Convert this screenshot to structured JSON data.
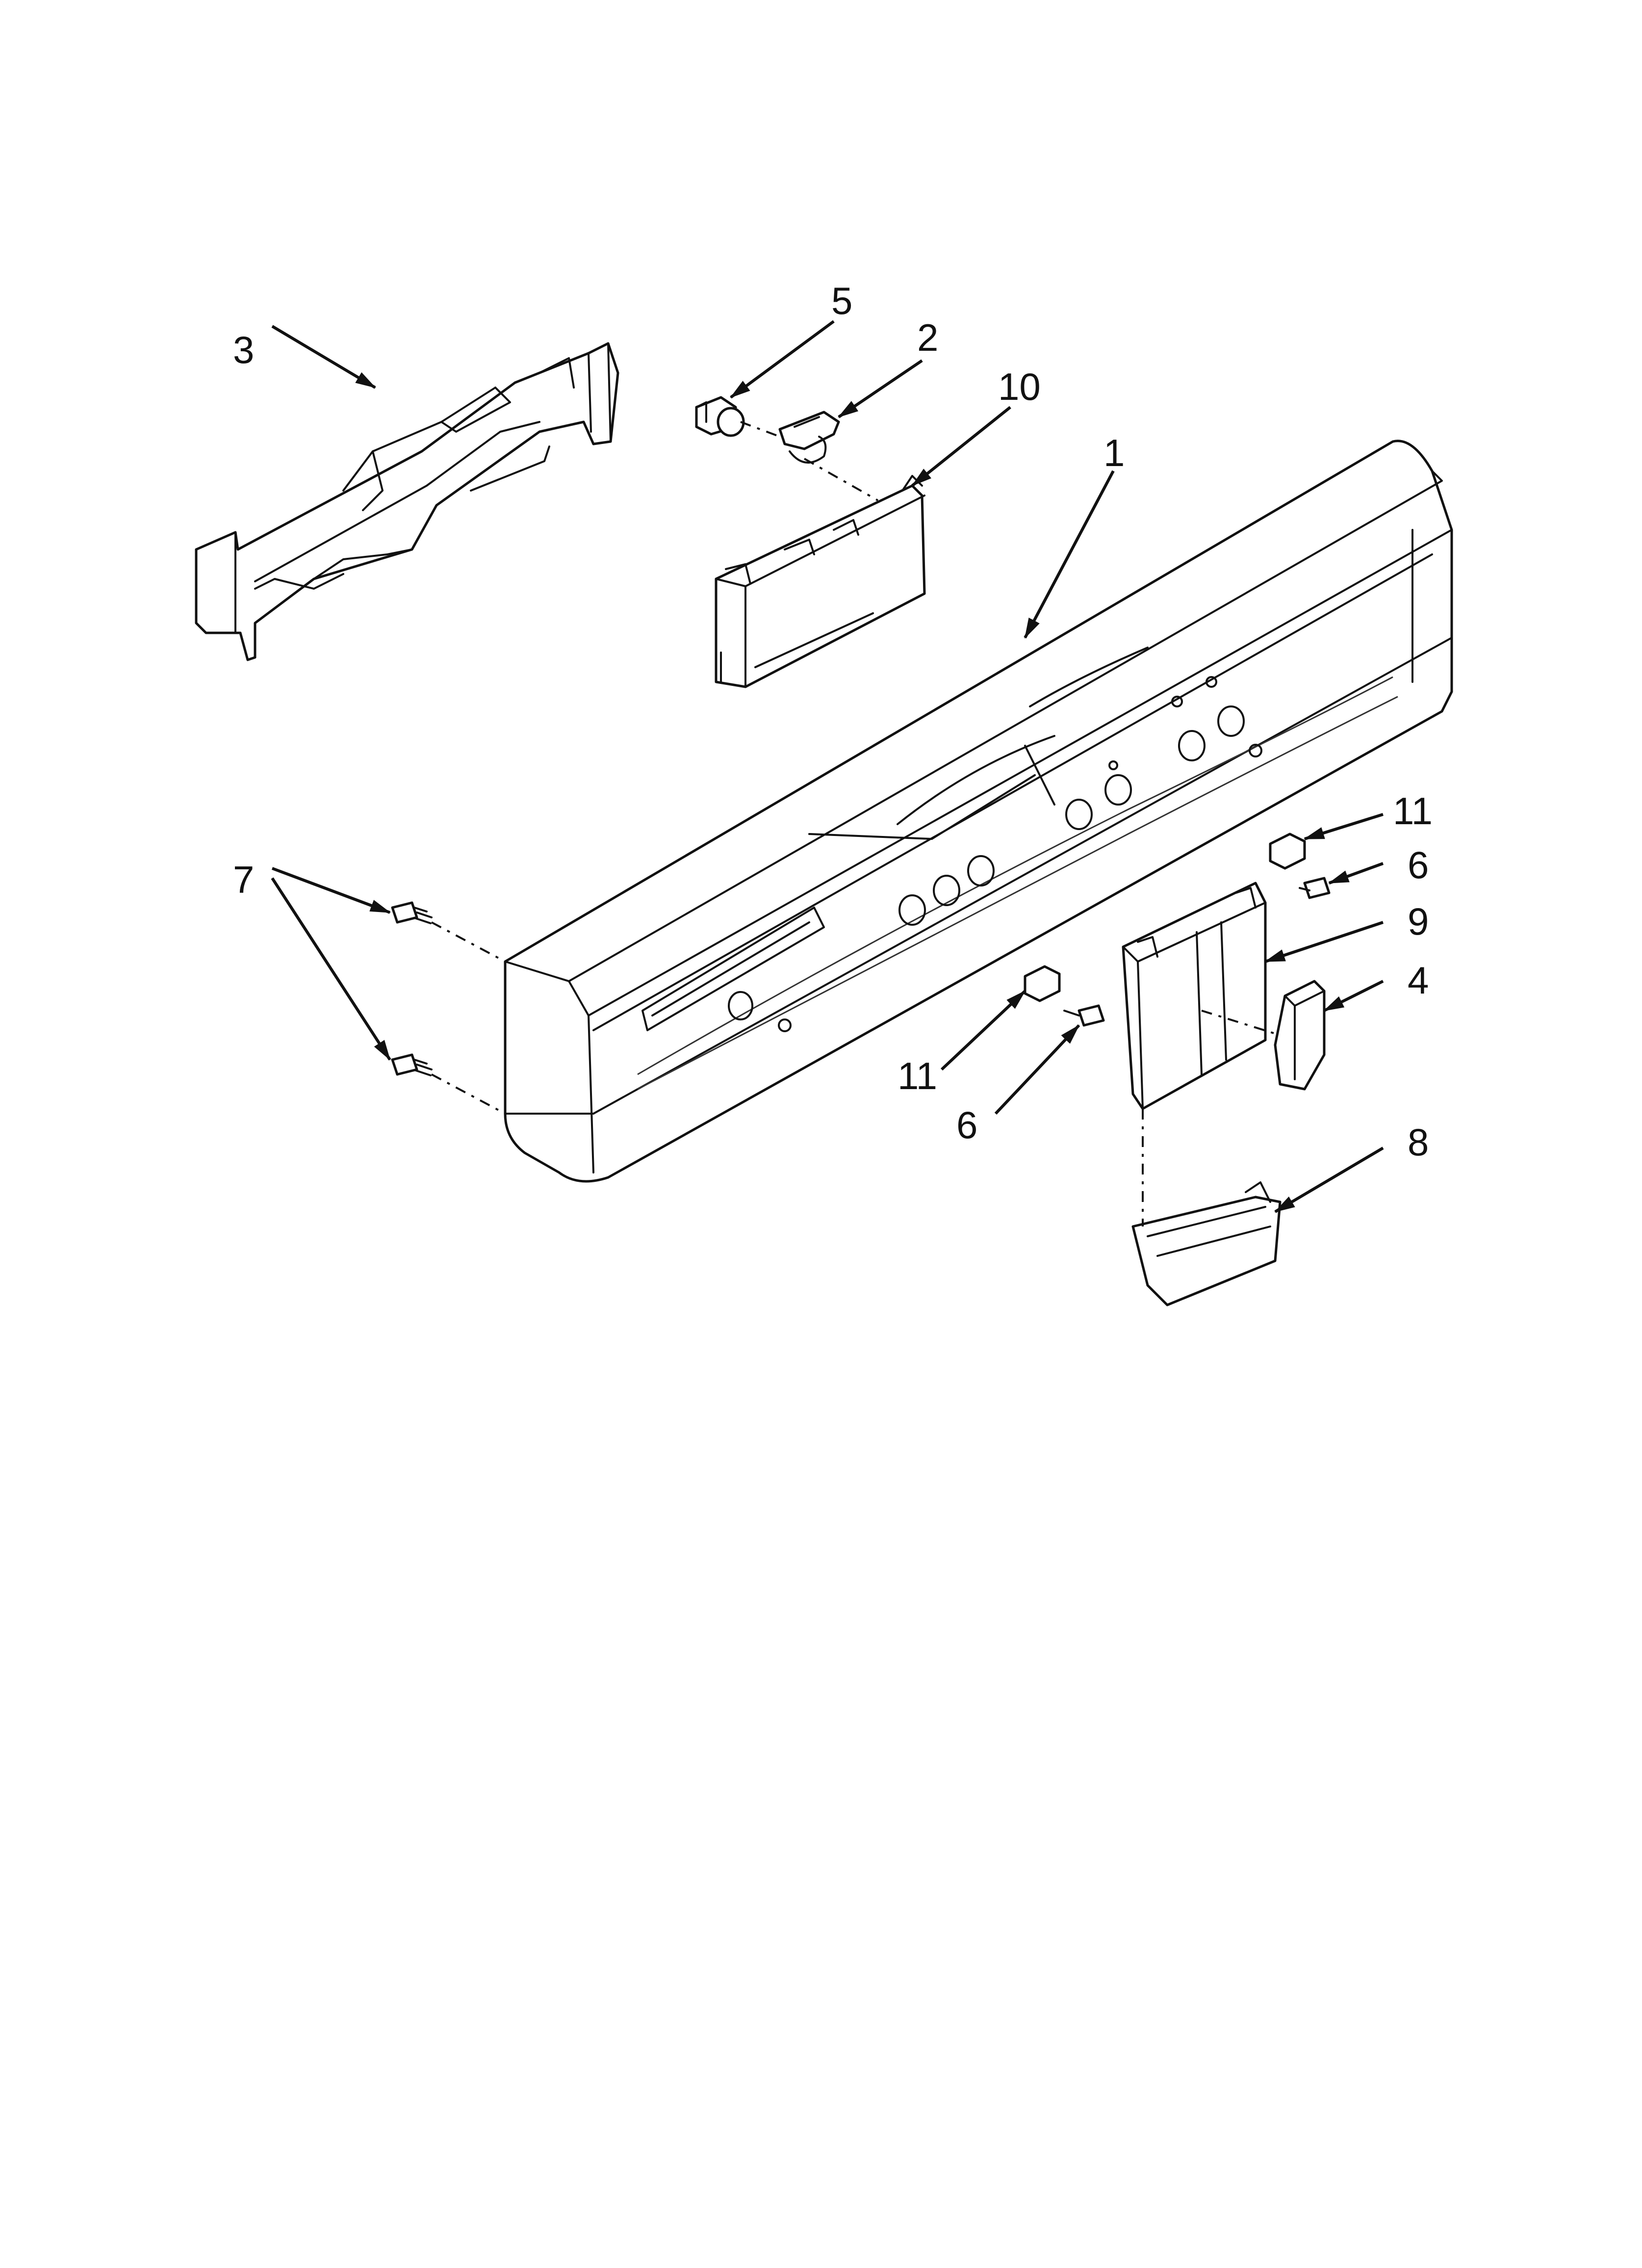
{
  "callouts": [
    {
      "id": "c1",
      "label": "1"
    },
    {
      "id": "c2",
      "label": "2"
    },
    {
      "id": "c3",
      "label": "3"
    },
    {
      "id": "c4",
      "label": "4"
    },
    {
      "id": "c5",
      "label": "5"
    },
    {
      "id": "c6a",
      "label": "6"
    },
    {
      "id": "c6b",
      "label": "6"
    },
    {
      "id": "c7",
      "label": "7"
    },
    {
      "id": "c8",
      "label": "8"
    },
    {
      "id": "c9",
      "label": "9"
    },
    {
      "id": "c10",
      "label": "10"
    },
    {
      "id": "c11a",
      "label": "11"
    },
    {
      "id": "c11b",
      "label": "11"
    }
  ]
}
